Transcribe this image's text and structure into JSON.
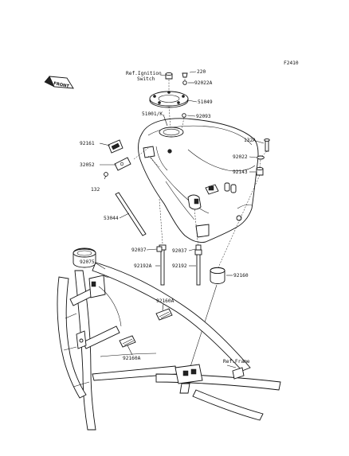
{
  "figure_code": "F2410",
  "front_label": "FRONT",
  "labels": {
    "ref_ignition_line1": "Ref.Ignition",
    "ref_ignition_line2": "Switch",
    "p220": "220",
    "p92022A": "92022A",
    "p51049": "51049",
    "p92093": "92093",
    "p51001K": "51001/K",
    "p92161": "92161",
    "p32052": "32052",
    "p132": "132",
    "p132A": "132A",
    "p92022": "92022",
    "p92143": "92143",
    "p53044": "53044",
    "p92037_left": "92037",
    "p92037_right": "92037",
    "p92075": "92075",
    "p92192A": "92192A",
    "p92192": "92192",
    "p92160": "92160",
    "p92160A_top": "92160A",
    "p92160A_bottom": "92160A",
    "ref_frame": "Ref.Frame"
  }
}
